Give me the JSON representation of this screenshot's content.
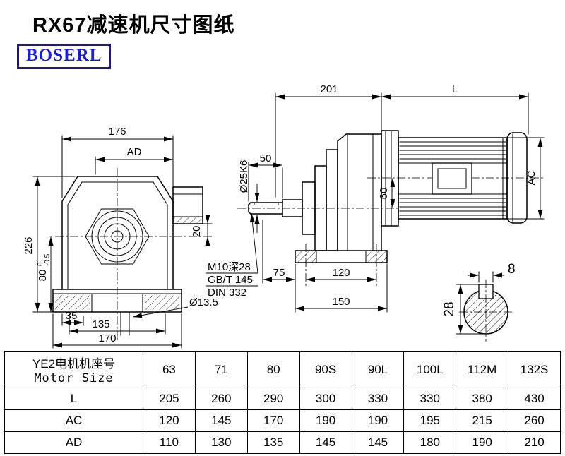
{
  "page": {
    "title": "RX67减速机尺寸图纸",
    "brand": "BOSERL"
  },
  "front_view": {
    "dim_width": "176",
    "dim_ad": "AD",
    "dim_height": "226",
    "dim_h_main": "80",
    "dim_h_up": "0",
    "dim_h_dn": "-0.5",
    "dim_35": "35",
    "dim_135": "135",
    "dim_170": "170",
    "dim_20": "20",
    "dim_hole": "Ø13.5"
  },
  "side_view": {
    "dim_201": "201",
    "dim_l": "L",
    "dim_50": "50",
    "dim_shaft": "Ø25K6",
    "dim_60": "60",
    "dim_ac": "AC",
    "note_line1": "M10深28",
    "note_line2": "GB/T 145",
    "note_line3": "DIN 332",
    "dim_75": "75",
    "dim_120": "120",
    "dim_150": "150"
  },
  "shaft_section": {
    "dim_key_width": "8",
    "dim_key_height": "28"
  },
  "table": {
    "header": {
      "line1": "YE2电机机座号",
      "line2": "Motor Size"
    },
    "columns": [
      "63",
      "71",
      "80",
      "90S",
      "90L",
      "100L",
      "112M",
      "132S"
    ],
    "rows": [
      {
        "label": "L",
        "values": [
          "205",
          "260",
          "290",
          "300",
          "330",
          "330",
          "380",
          "430"
        ]
      },
      {
        "label": "AC",
        "values": [
          "120",
          "145",
          "170",
          "190",
          "190",
          "195",
          "215",
          "260"
        ]
      },
      {
        "label": "AD",
        "values": [
          "110",
          "130",
          "135",
          "145",
          "145",
          "180",
          "190",
          "210"
        ]
      }
    ]
  }
}
